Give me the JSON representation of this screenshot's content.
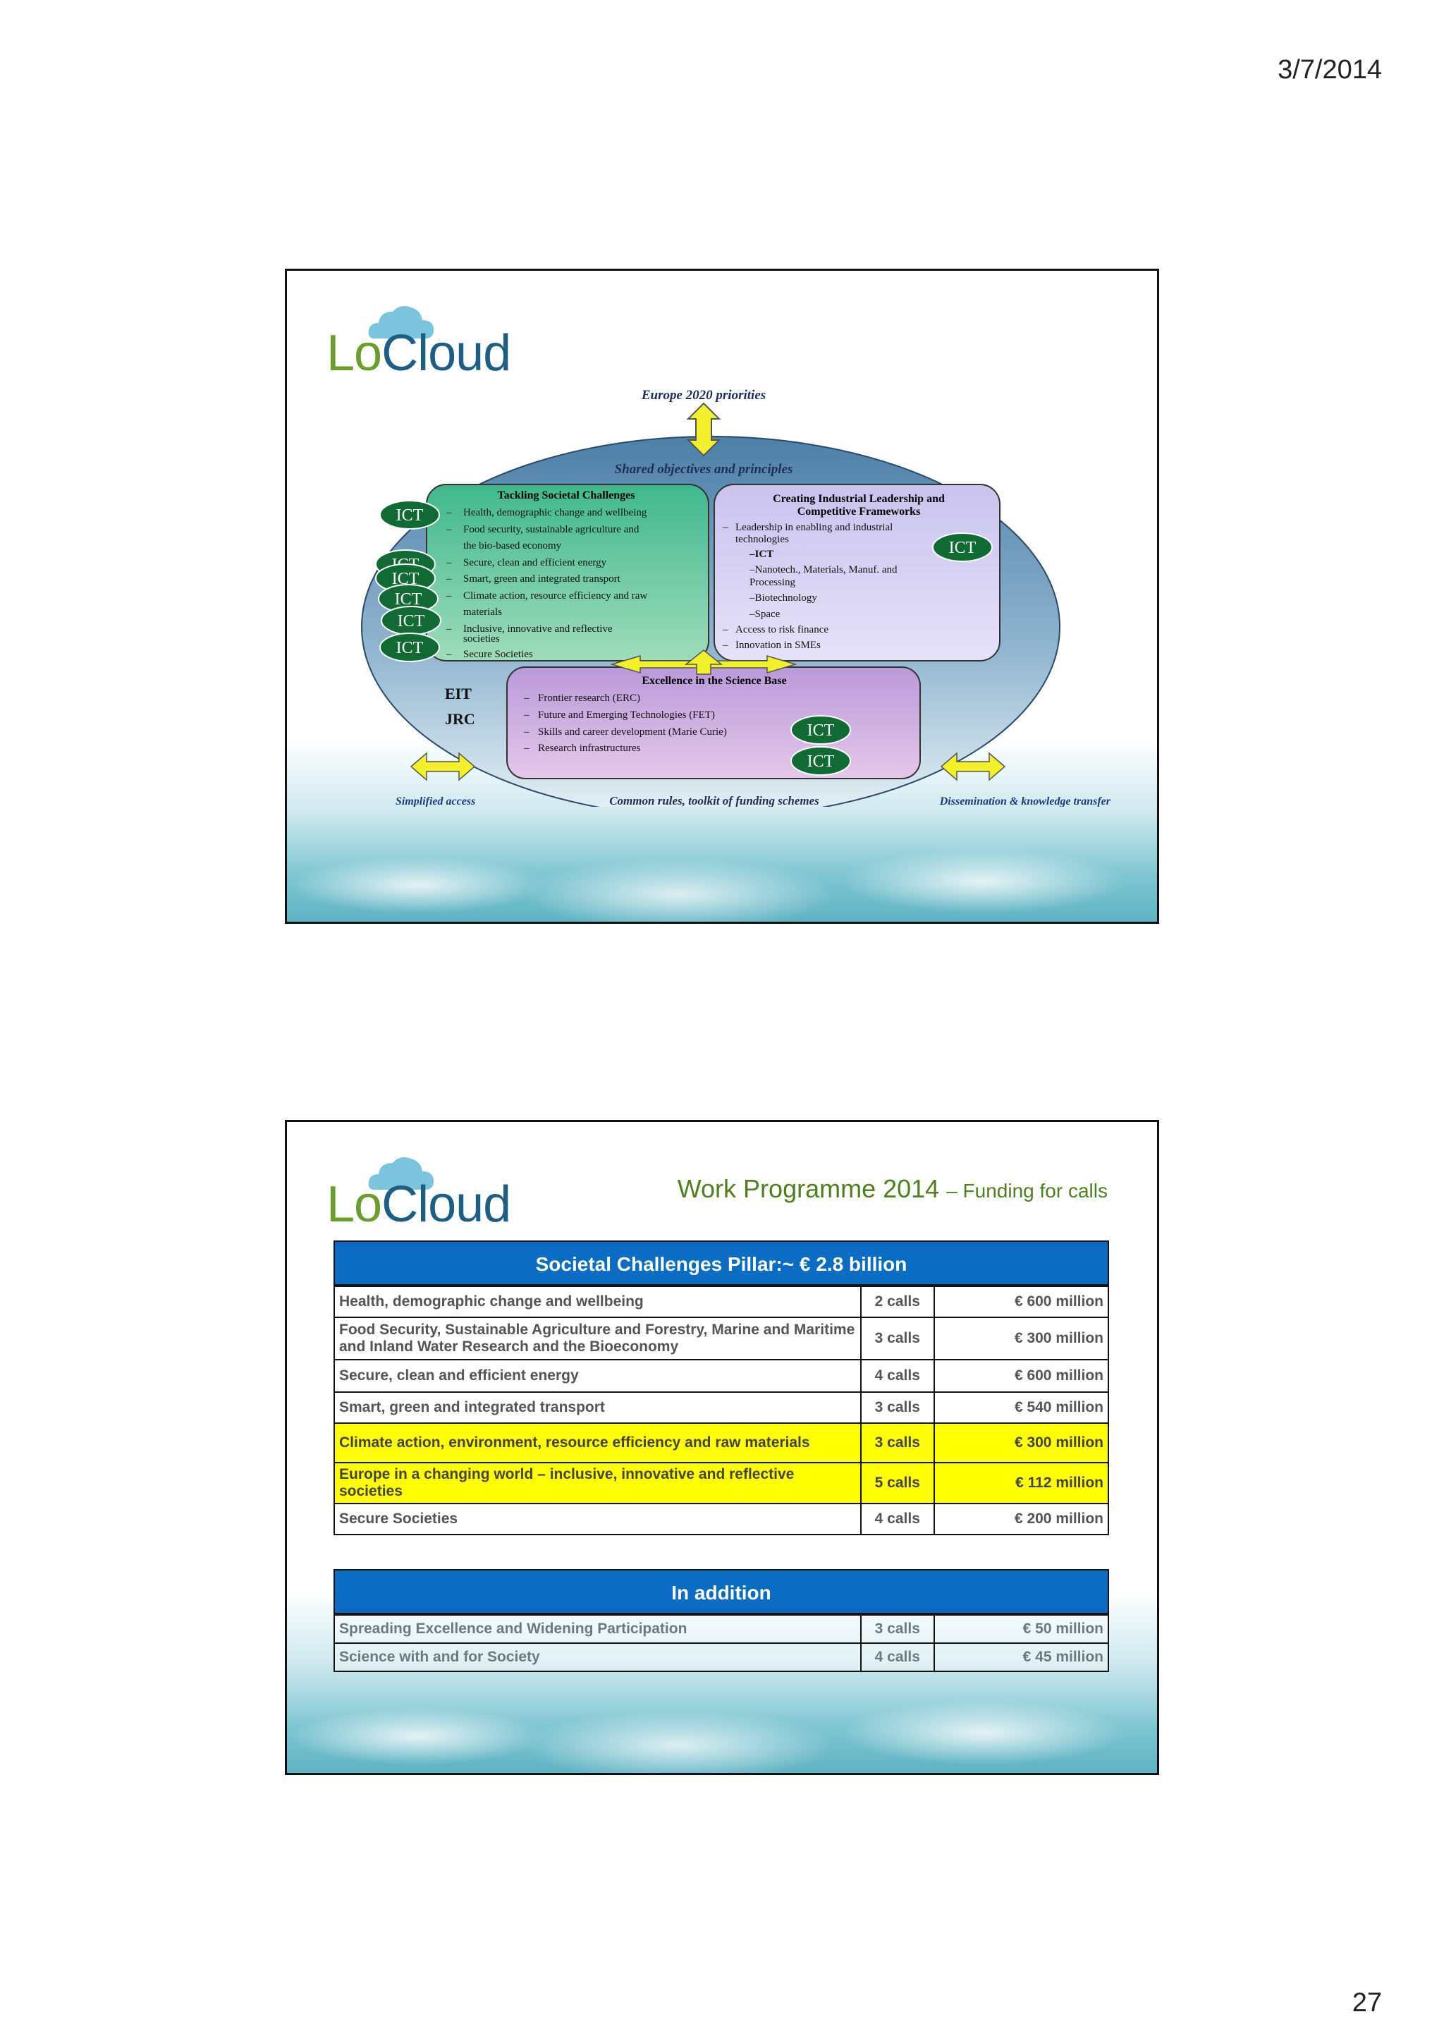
{
  "page": {
    "date": "3/7/2014",
    "number": "27"
  },
  "logo": {
    "lo": "Lo",
    "cloud": "Cloud"
  },
  "diagram": {
    "top_label": "Europe 2020 priorities",
    "shared": "Shared objectives and principles",
    "societal": {
      "title": "Tackling Societal Challenges",
      "items": [
        "Health, demographic change and wellbeing",
        "Food security, sustainable agriculture and",
        "the bio-based economy",
        "Secure, clean and efficient energy",
        "Smart, green and integrated transport",
        "Climate action, resource efficiency and raw",
        "materials",
        "Inclusive, innovative and reflective",
        "societies",
        "Secure Societies"
      ]
    },
    "industrial": {
      "title1": "Creating Industrial Leadership and",
      "title2": "Competitive Frameworks",
      "items": [
        "Leadership in enabling and industrial",
        "technologies",
        "–ICT",
        "–Nanotech., Materials, Manuf. and",
        "Processing",
        "–Biotechnology",
        "–Space",
        "Access to risk finance",
        "Innovation in SMEs"
      ]
    },
    "science": {
      "title": "Excellence in the Science Base",
      "items": [
        "Frontier research (ERC)",
        "Future and Emerging Technologies (FET)",
        "Skills and career development (Marie Curie)",
        "Research infrastructures"
      ]
    },
    "eit": "EIT",
    "jrc": "JRC",
    "ict": "ICT",
    "left_label": "Simplified access",
    "bottom_label": "Common rules, toolkit of funding schemes",
    "right_label": "Dissemination & knowledge transfer"
  },
  "slide2": {
    "heading": "Work Programme 2014",
    "heading_sub": "– Funding for calls",
    "table1": {
      "header": "Societal Challenges Pillar:~ € 2.8 billion",
      "rows": [
        {
          "name": "Health, demographic change and wellbeing",
          "calls": "2 calls",
          "amount": "€ 600 million"
        },
        {
          "name": "Food Security, Sustainable Agriculture and Forestry, Marine and Maritime and Inland Water Research and the Bioeconomy",
          "calls": "3 calls",
          "amount": "€ 300 million"
        },
        {
          "name": "Secure, clean and efficient energy",
          "calls": "4 calls",
          "amount": "€ 600 million"
        },
        {
          "name": "Smart, green and integrated transport",
          "calls": "3 calls",
          "amount": "€ 540 million"
        },
        {
          "name": "Climate action, environment, resource efficiency and raw materials",
          "calls": "3 calls",
          "amount": "€ 300 million"
        },
        {
          "name": "Europe in a changing world – inclusive, innovative and reflective societies",
          "calls": "5 calls",
          "amount": "€ 112 million"
        },
        {
          "name": "Secure Societies",
          "calls": "4 calls",
          "amount": "€ 200 million"
        }
      ]
    },
    "table2": {
      "header": "In addition",
      "rows": [
        {
          "name": "Spreading Excellence and Widening Participation",
          "calls": "3 calls",
          "amount": "€ 50 million"
        },
        {
          "name": "Science with and for Society",
          "calls": "4 calls",
          "amount": "€ 45 million"
        }
      ]
    }
  }
}
